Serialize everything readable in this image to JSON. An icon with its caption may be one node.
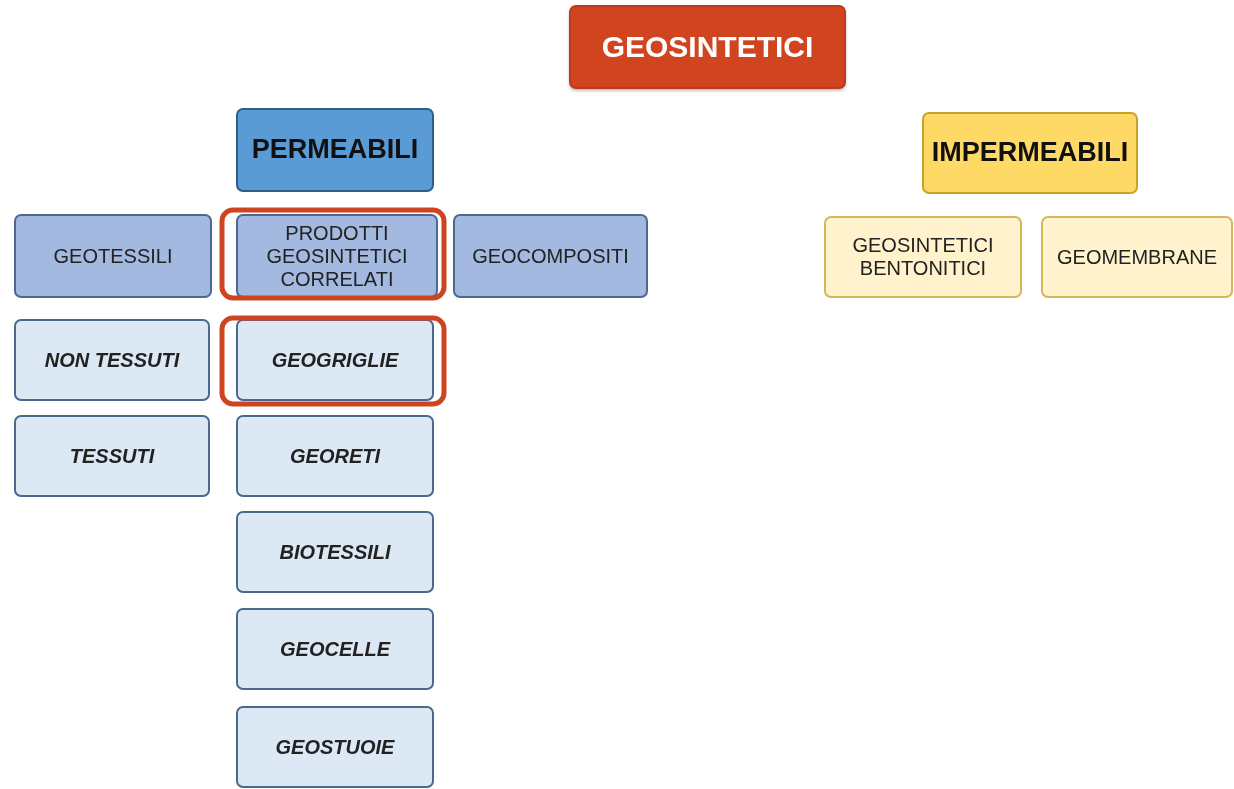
{
  "diagram": {
    "nodes": [
      {
        "text": [
          "GEOSINTETICI"
        ]
      },
      {
        "text": [
          "PERMEABILI"
        ]
      },
      {
        "text": [
          "IMPERMEABILI"
        ]
      },
      {
        "text": [
          "GEOTESSILI"
        ]
      },
      {
        "text": [
          "PRODOTTI GEOSINTETICI CORRELATI"
        ]
      },
      {
        "text": [
          "GEOCOMPOSITI"
        ]
      },
      {
        "text": [
          "GEOSINTETICI BENTONITICI"
        ]
      },
      {
        "text": [
          "GEOMEMBRANE"
        ]
      },
      {
        "text": [
          "NON TESSUTI"
        ]
      },
      {
        "text": [
          "GEOGRIGLIE"
        ]
      },
      {
        "text": [
          "TESSUTI"
        ]
      },
      {
        "text": [
          "GEORETI"
        ]
      },
      {
        "text": [
          "BIOTESSILI"
        ]
      },
      {
        "text": [
          "GEOCELLE"
        ]
      },
      {
        "text": [
          "GEOSTUOIE"
        ]
      }
    ]
  }
}
